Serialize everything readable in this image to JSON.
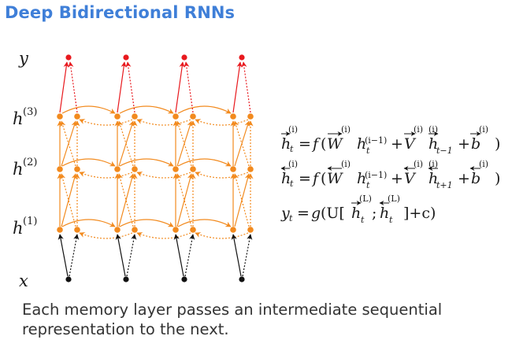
{
  "title": "Deep Bidirectional RNNs",
  "caption_lines": [
    "Each memory layer passes an intermediate sequential",
    "representation to the next."
  ],
  "row_labels": {
    "y": "y",
    "h3": "h",
    "h3_sup": "(3)",
    "h2": "h",
    "h2_sup": "(2)",
    "h1": "h",
    "h1_sup": "(1)",
    "x": "x"
  },
  "colors": {
    "title": "#3f7fd8",
    "output_node": "#e8191e",
    "hidden_node": "#f28a1e",
    "input_node": "#111111",
    "output_arrow": "#e8191e",
    "hidden_arrow": "#f28a1e",
    "input_arrow": "#111111"
  },
  "equations": {
    "eq1": {
      "lhs": "h",
      "lhs_sup": "(i)",
      "lhs_sub": "t",
      "eq": "=",
      "f": "f",
      "open": "(",
      "W": "W",
      "W_sup": "(i)",
      "h": "h",
      "h_sup": "(i−1)",
      "h_sub": "t",
      "plus1": "+",
      "V": "V",
      "V_sup": "(i)",
      "h2": "h",
      "h2_sup": "(i)",
      "h2_sub": "t−1",
      "plus2": "+",
      "b": "b",
      "b_sup": "(i)",
      "close": ")"
    },
    "eq2": {
      "lhs": "h",
      "lhs_sup": "(i)",
      "lhs_sub": "t",
      "eq": "=",
      "f": "f",
      "open": "(",
      "W": "W",
      "W_sup": "(i)",
      "h": "h",
      "h_sup": "(i−1)",
      "h_sub": "t",
      "plus1": "+",
      "V": "V",
      "V_sup": "(i)",
      "h2": "h",
      "h2_sup": "(i)",
      "h2_sub": "t+1",
      "plus2": "+",
      "b": "b",
      "b_sup": "(i)",
      "close": ")"
    },
    "eq3": {
      "lhs": "y",
      "lhs_sub": "t",
      "eq": "=",
      "g": "g",
      "open": "(U[",
      "h1": "h",
      "h1_sup": "(L)",
      "h1_sub": "t",
      "semi": ";",
      "h2": "h",
      "h2_sup": "(L)",
      "h2_sub": "t",
      "close": "]+c)"
    }
  }
}
